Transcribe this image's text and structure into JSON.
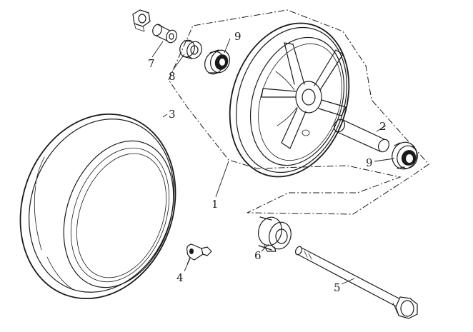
{
  "callouts": {
    "wheel_rim": "1",
    "axle_sleeve": "2",
    "tire": "3",
    "valve": "4",
    "axle_bolt": "5",
    "speedo_drive": "6",
    "nut": "7",
    "collar": "8",
    "bearing_upper": "9",
    "bearing_lower": "9"
  }
}
